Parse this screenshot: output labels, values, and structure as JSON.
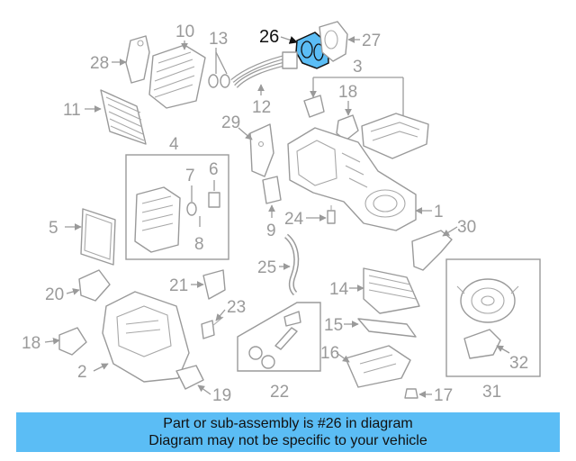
{
  "highlight_color": "#5bbdf5",
  "highlighted_part": "26",
  "labels": {
    "p1": "1",
    "p2": "2",
    "p3": "3",
    "p4": "4",
    "p5": "5",
    "p6": "6",
    "p7": "7",
    "p8": "8",
    "p9": "9",
    "p10": "10",
    "p11": "11",
    "p12": "12",
    "p13": "13",
    "p14": "14",
    "p15": "15",
    "p16": "16",
    "p17": "17",
    "p18a": "18",
    "p18b": "18",
    "p19": "19",
    "p20": "20",
    "p21": "21",
    "p22": "22",
    "p23": "23",
    "p24": "24",
    "p25": "25",
    "p26": "26",
    "p27": "27",
    "p28": "28",
    "p29": "29",
    "p30": "30",
    "p31": "31",
    "p32": "32"
  },
  "banner": {
    "line1": "Part or sub-assembly is #26 in diagram",
    "line2": "Diagram may not be specific to your vehicle"
  }
}
